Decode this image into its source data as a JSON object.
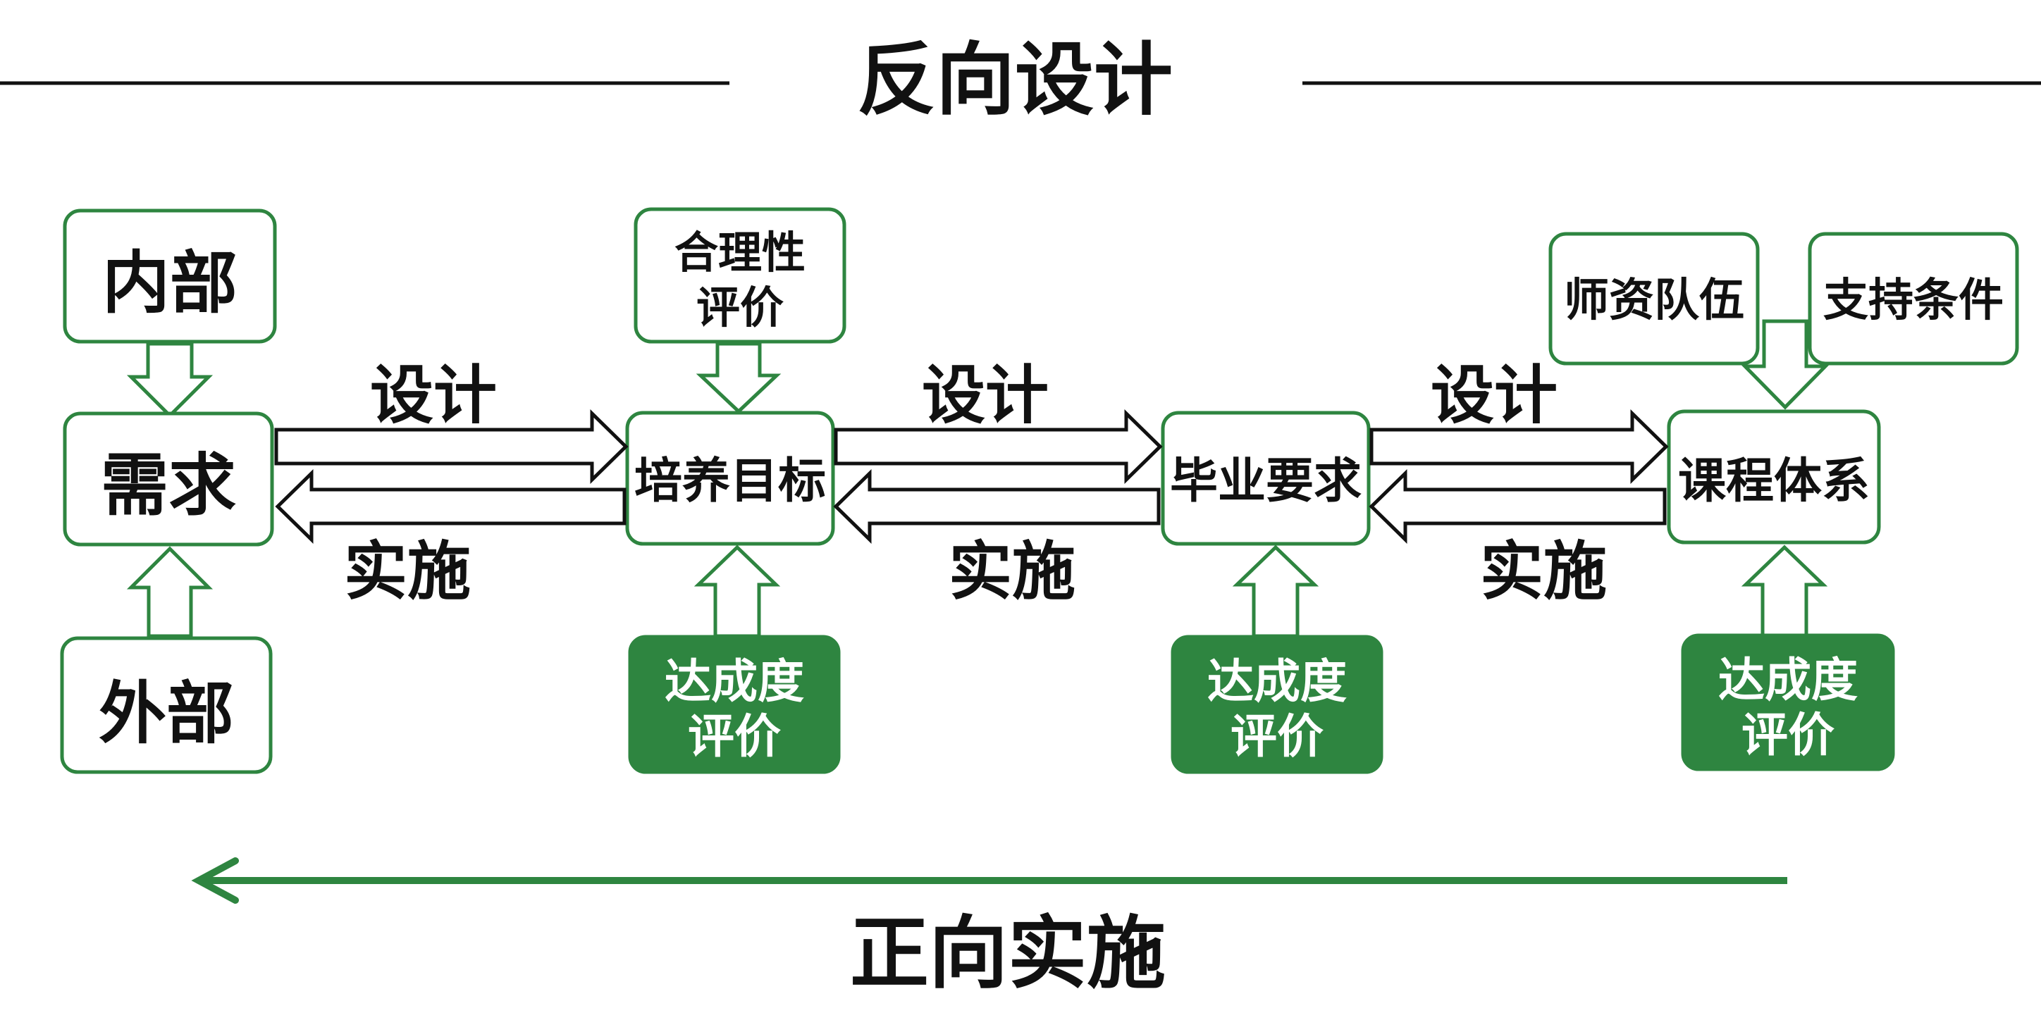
{
  "title": "反向设计",
  "footer": "正向实施",
  "colors": {
    "accent": "#2e8540",
    "text": "#111111",
    "background": "#ffffff"
  },
  "demand": {
    "internal": "内部",
    "center": "需求",
    "external": "外部"
  },
  "stages": [
    {
      "label": "培养目标",
      "top_label_line1": "合理性",
      "top_label_line2": "评价",
      "eval_line1": "达成度",
      "eval_line2": "评价"
    },
    {
      "label": "毕业要求",
      "eval_line1": "达成度",
      "eval_line2": "评价"
    },
    {
      "label": "课程体系",
      "eval_line1": "达成度",
      "eval_line2": "评价"
    }
  ],
  "supports": {
    "faculty": "师资队伍",
    "conditions": "支持条件"
  },
  "arrows": {
    "design": "设计",
    "implement": "实施"
  }
}
